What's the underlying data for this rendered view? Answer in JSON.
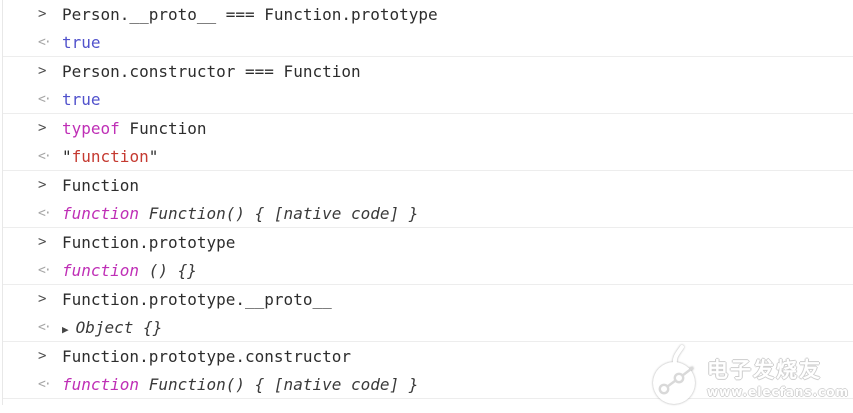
{
  "colors": {
    "text": "#2d2d2d",
    "keyword": "#bf2fb6",
    "boolean": "#5152cc",
    "string": "#c53a31",
    "separator": "#ededed",
    "input_chevron": "#4e4e4e",
    "output_arrow": "#a6a6a6"
  },
  "console": {
    "input_marker": ">",
    "output_marker": "<·",
    "entries": [
      {
        "input": [
          {
            "text": "Person.__proto__ === Function.prototype",
            "style": "plain"
          }
        ],
        "output": [
          {
            "text": "true",
            "style": "boolean"
          }
        ]
      },
      {
        "input": [
          {
            "text": "Person.constructor === Function",
            "style": "plain"
          }
        ],
        "output": [
          {
            "text": "true",
            "style": "boolean"
          }
        ]
      },
      {
        "input": [
          {
            "text": "typeof",
            "style": "keyword"
          },
          {
            "text": " Function",
            "style": "plain"
          }
        ],
        "output": [
          {
            "text": "\"",
            "style": "quote"
          },
          {
            "text": "function",
            "style": "string"
          },
          {
            "text": "\"",
            "style": "quote"
          }
        ]
      },
      {
        "input": [
          {
            "text": "Function",
            "style": "plain"
          }
        ],
        "output": [
          {
            "text": "function",
            "style": "keyword-italic"
          },
          {
            "text": " Function() { [native code] }",
            "style": "italic"
          }
        ]
      },
      {
        "input": [
          {
            "text": "Function.prototype",
            "style": "plain"
          }
        ],
        "output": [
          {
            "text": "function",
            "style": "keyword-italic"
          },
          {
            "text": " () {}",
            "style": "italic"
          }
        ]
      },
      {
        "input": [
          {
            "text": "Function.prototype.__proto__",
            "style": "plain"
          }
        ],
        "output": [
          {
            "text": "▶",
            "style": "triangle"
          },
          {
            "text": "Object {}",
            "style": "italic"
          }
        ]
      },
      {
        "input": [
          {
            "text": "Function.prototype.constructor",
            "style": "plain"
          }
        ],
        "output": [
          {
            "text": "function",
            "style": "keyword-italic"
          },
          {
            "text": " Function() { [native code] }",
            "style": "italic"
          }
        ]
      }
    ]
  },
  "watermark": {
    "title": "电子发烧友",
    "url": "www.elecfans.com"
  }
}
